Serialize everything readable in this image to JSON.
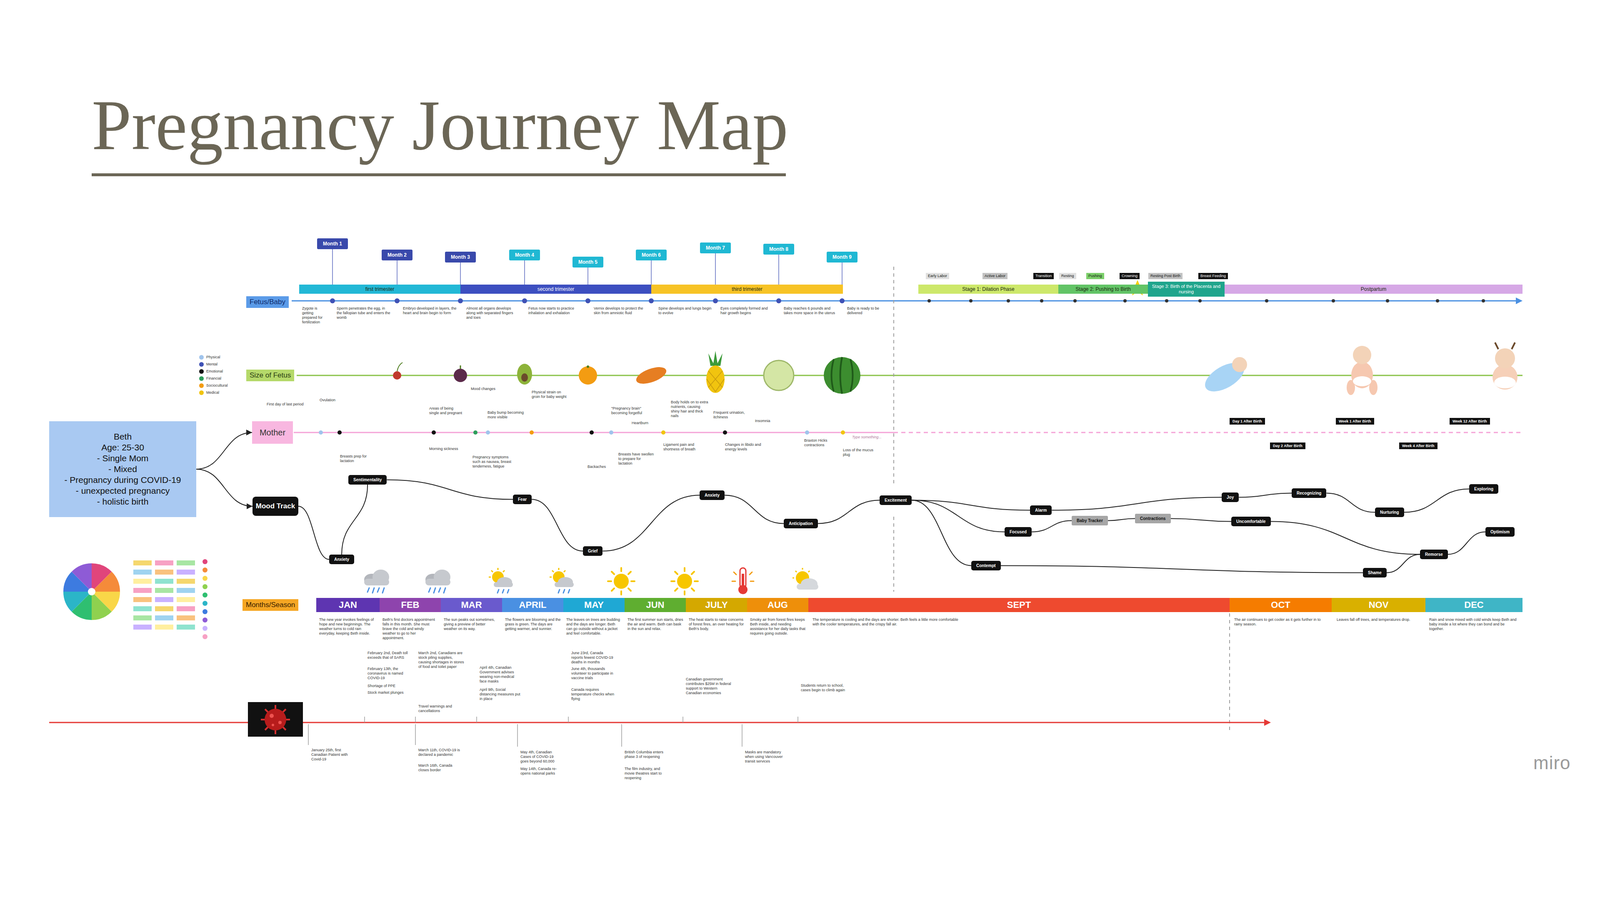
{
  "diagram": {
    "title": "Pregnancy Journey Map",
    "nodes": [
      {
        "text": [
          "Beth",
          "Age: 25-30",
          "- Single Mom",
          "- Mixed",
          "- Pregnancy during COVID-19",
          "- unexpected pregnancy",
          "- holistic birth"
        ]
      },
      {
        "text": [
          "Fetus/Baby"
        ]
      },
      {
        "text": [
          "Size of Fetus"
        ]
      },
      {
        "text": [
          "Mother"
        ]
      },
      {
        "text": [
          "Mood Track"
        ]
      },
      {
        "text": [
          "Months/Season"
        ]
      },
      {
        "text": [
          "Month 1"
        ]
      },
      {
        "text": [
          "Month 2"
        ]
      },
      {
        "text": [
          "Month 3"
        ]
      },
      {
        "text": [
          "Month 4"
        ]
      },
      {
        "text": [
          "Month 5"
        ]
      },
      {
        "text": [
          "Month 6"
        ]
      },
      {
        "text": [
          "Month 7"
        ]
      },
      {
        "text": [
          "Month 8"
        ]
      },
      {
        "text": [
          "Month 9"
        ]
      },
      {
        "text": [
          "first trimester"
        ]
      },
      {
        "text": [
          "second trimester"
        ]
      },
      {
        "text": [
          "third trimester"
        ]
      },
      {
        "text": [
          "Stage 1: Dilation Phase"
        ]
      },
      {
        "text": [
          "Stage 2: Pushing to Birth"
        ]
      },
      {
        "text": [
          "Stage 3: Birth of the Placenta and nursing"
        ]
      },
      {
        "text": [
          "Postpartum"
        ]
      },
      {
        "text": [
          "Early Labor"
        ]
      },
      {
        "text": [
          "Active Labor"
        ]
      },
      {
        "text": [
          "Transition"
        ]
      },
      {
        "text": [
          "Resting"
        ]
      },
      {
        "text": [
          "Pushing"
        ]
      },
      {
        "text": [
          "Crowning"
        ]
      },
      {
        "text": [
          "Resting Post Birth"
        ]
      },
      {
        "text": [
          "Breast Feeding"
        ]
      },
      {
        "text": [
          "JAN"
        ]
      },
      {
        "text": [
          "FEB"
        ]
      },
      {
        "text": [
          "MAR"
        ]
      },
      {
        "text": [
          "APRIL"
        ]
      },
      {
        "text": [
          "MAY"
        ]
      },
      {
        "text": [
          "JUN"
        ]
      },
      {
        "text": [
          "JULY"
        ]
      },
      {
        "text": [
          "AUG"
        ]
      },
      {
        "text": [
          "SEPT"
        ]
      },
      {
        "text": [
          "OCT"
        ]
      },
      {
        "text": [
          "NOV"
        ]
      },
      {
        "text": [
          "DEC"
        ]
      },
      {
        "text": [
          "Anxiety"
        ]
      },
      {
        "text": [
          "Sentimentality"
        ]
      },
      {
        "text": [
          "Fear"
        ]
      },
      {
        "text": [
          "Grief"
        ]
      },
      {
        "text": [
          "Anxiety"
        ]
      },
      {
        "text": [
          "Anticipation"
        ]
      },
      {
        "text": [
          "Excitement"
        ]
      },
      {
        "text": [
          "Alarm"
        ]
      },
      {
        "text": [
          "Focused"
        ]
      },
      {
        "text": [
          "Contempt"
        ]
      },
      {
        "text": [
          "Baby Tracker"
        ]
      },
      {
        "text": [
          "Contractions"
        ]
      },
      {
        "text": [
          "Joy"
        ]
      },
      {
        "text": [
          "Uncomfortable"
        ]
      },
      {
        "text": [
          "Recognizing"
        ]
      },
      {
        "text": [
          "Nurturing"
        ]
      },
      {
        "text": [
          "Exploring"
        ]
      },
      {
        "text": [
          "Optimism"
        ]
      },
      {
        "text": [
          "Remorse"
        ]
      },
      {
        "text": [
          "Shame"
        ]
      },
      {
        "text": [
          "Day 1 After Birth"
        ]
      },
      {
        "text": [
          "Day 2 After Birth"
        ]
      },
      {
        "text": [
          "Week 1 After Birth"
        ]
      },
      {
        "text": [
          "Week 4 After Birth"
        ]
      },
      {
        "text": [
          "Week 12 After Birth"
        ]
      }
    ],
    "edges": [
      {
        "from": 0,
        "to": 3,
        "arrow": "to"
      },
      {
        "from": 0,
        "to": 4,
        "arrow": "to"
      },
      {
        "from": 4,
        "to": 42,
        "arrow": "none"
      },
      {
        "from": 42,
        "to": 43,
        "arrow": "none"
      },
      {
        "from": 43,
        "to": 44,
        "arrow": "none"
      },
      {
        "from": 44,
        "to": 45,
        "arrow": "none"
      },
      {
        "from": 45,
        "to": 46,
        "arrow": "none"
      },
      {
        "from": 46,
        "to": 47,
        "arrow": "none"
      },
      {
        "from": 47,
        "to": 48,
        "arrow": "none"
      },
      {
        "from": 48,
        "to": 49,
        "arrow": "none"
      },
      {
        "from": 48,
        "to": 50,
        "arrow": "none"
      },
      {
        "from": 48,
        "to": 51,
        "arrow": "none"
      },
      {
        "from": 49,
        "to": 54,
        "arrow": "none"
      },
      {
        "from": 50,
        "to": 52,
        "arrow": "none"
      },
      {
        "from": 52,
        "to": 53,
        "arrow": "none"
      },
      {
        "from": 53,
        "to": 55,
        "arrow": "none"
      },
      {
        "from": 54,
        "to": 56,
        "arrow": "none"
      },
      {
        "from": 56,
        "to": 57,
        "arrow": "none"
      },
      {
        "from": 57,
        "to": 58,
        "arrow": "none"
      },
      {
        "from": 55,
        "to": 60,
        "arrow": "none"
      },
      {
        "from": 51,
        "to": 61,
        "arrow": "none"
      },
      {
        "from": 61,
        "to": 60,
        "arrow": "none"
      },
      {
        "from": 60,
        "to": 59,
        "arrow": "none"
      }
    ],
    "labels": [
      "Zygote is getting prepared for fertilization",
      "Sperm penetrates the egg, in the fallopian tube and enters the womb",
      "Embryo developed in layers, the heart and brain begin to form",
      "Almost all organs develops along with separated fingers and toes",
      "Fetus now starts to practice inhalation and exhalation",
      "Vernix develops to protect the skin from amniotic fluid",
      "Spine develops and lungs begin to evolve",
      "Eyes completely formed and hair growth begins",
      "Baby reaches 6 pounds and takes more space in the uterus",
      "Baby is ready to be delivered",
      "First day of last period",
      "Ovulation",
      "Areas of being single and pregnant",
      "Mood changes",
      "Baby bump becoming more visible",
      "Physical strain on groin for baby weight",
      "\"Pregnancy brain\" becoming forgetful",
      "Heartburn",
      "Body holds on to extra nutrients, causing shiny hair and thick nails",
      "Frequent urination, itchiness",
      "Insomnia",
      "Breasts prep for lactation",
      "Morning sickness",
      "Pregnancy symptoms such as nausea, breast tenderness, fatigue",
      "Backaches",
      "Breasts have swollen to prepare for lactation",
      "Ligament pain and shortness of breath",
      "Changes in libido and energy levels",
      "Braxton Hicks contractions",
      "Loss of the mucus plug",
      "Type something...",
      "The new year invokes feelings of hope and new beginnings. The weather turns to cold rain everyday, keeping Beth inside.",
      "Beth's first doctors appointment falls in this month. She must brave the cold and windy weather to go to her appointment.",
      "The sun peaks out sometimes, giving a preview of better weather on its way.",
      "The flowers are blooming and the grass is green. The days are getting warmer, and sunnier.",
      "The leaves on trees are budding and the days are longer. Beth can go outside without a jacket and feel comfortable.",
      "The first summer sun starts, dries the air and warm. Beth can bask in the sun and relax.",
      "The heat starts to raise concerns of forest fires, an over heating for Beth's body.",
      "Smoky air from forest fires keeps Beth inside, and needing assistance for her daily tasks that requires going outside.",
      "The temperature is cooling and the days are shorter. Beth feels a little more comfortable with the cooler temperatures, and the crispy fall air.",
      "The air continues to get cooler as it gets further in to rainy season.",
      "Leaves fall off trees, and temperatures drop.",
      "Rain and snow mixed with cold winds keep Beth and baby inside a lot where they can bond and be together.",
      "January 25th, first Canadian Patient with Covid-19",
      "February 2nd, Death toll exceeds that of SARS",
      "February 13th, the coronavirus is named COVID-19",
      "Shortage of PPE",
      "Stock market plunges",
      "March 2nd, Canadians are stock piling supplies, causing shortages in stores of food and toilet paper",
      "Travel warnings and cancellations",
      "March 11th, COVID-19 is declared a pandemic",
      "March 16th, Canada closes border",
      "April 4th, Canadian Government advises wearing non-medical face masks",
      "April 9th, Social distancing measures put in place",
      "May 4th, Canadian Cases of COVID-19 goes beyond 60,000",
      "May 14th, Canada re-opens national parks",
      "June 23rd, Canada reports fewest COVID-19 deaths in months",
      "June 4th, thousands volunteer to participate in vaccine trials",
      "Canada requires temperature checks when flying",
      "British Columbia enters phase 3 of reopening",
      "The film industry, and movie theatres start to reopening",
      "Canadian government contributes $25M in federal support to Western Canadian economies",
      "Masks are mandatory when using Vancouver transit services",
      "Students return to school, cases begin to climb again",
      "miro"
    ],
    "legend": [
      {
        "text": "Physical",
        "color": "#a0c4ec"
      },
      {
        "text": "Mental",
        "color": "#3f51b5"
      },
      {
        "text": "Emotional",
        "color": "#111111"
      },
      {
        "text": "Financial",
        "color": "#2e9e5b"
      },
      {
        "text": "Sociocultural",
        "color": "#f39c12"
      },
      {
        "text": "Medical",
        "color": "#f1c40f"
      }
    ]
  }
}
